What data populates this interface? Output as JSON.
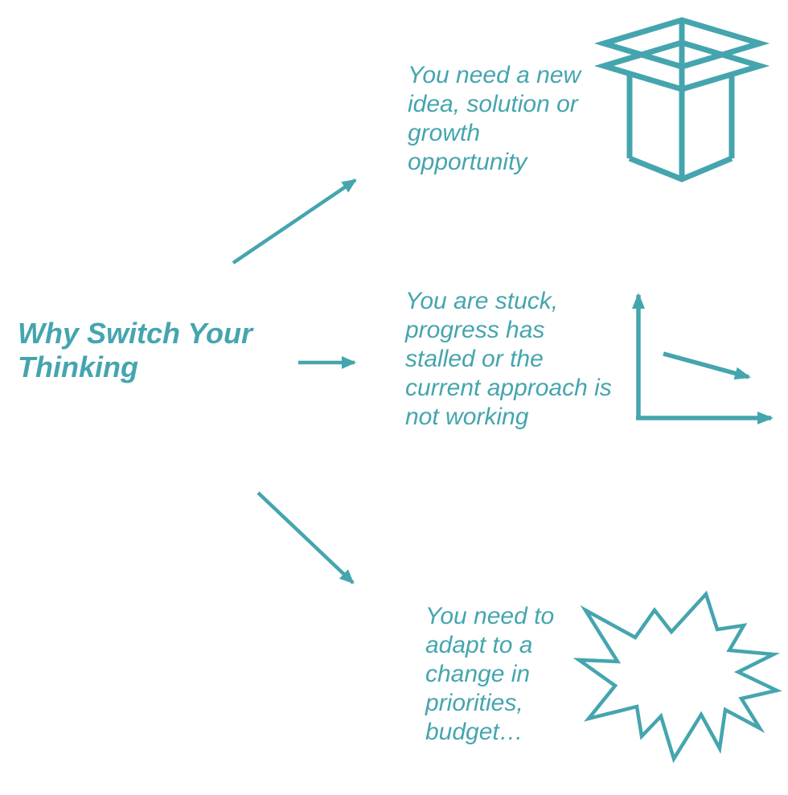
{
  "accent_color": "#45A5AE",
  "title": {
    "lines": [
      "Why Switch Your",
      "Thinking"
    ]
  },
  "reasons": [
    {
      "lines": [
        "You need a new",
        "idea, solution or",
        "growth",
        "opportunity"
      ],
      "icon": "open-box-icon"
    },
    {
      "lines": [
        "You are stuck,",
        "progress has",
        "stalled or the",
        "current approach is",
        "not working"
      ],
      "icon": "declining-chart-icon"
    },
    {
      "lines": [
        "You need to",
        "adapt to a",
        "change in",
        "priorities,",
        "budget…"
      ],
      "icon": "starburst-icon"
    }
  ]
}
